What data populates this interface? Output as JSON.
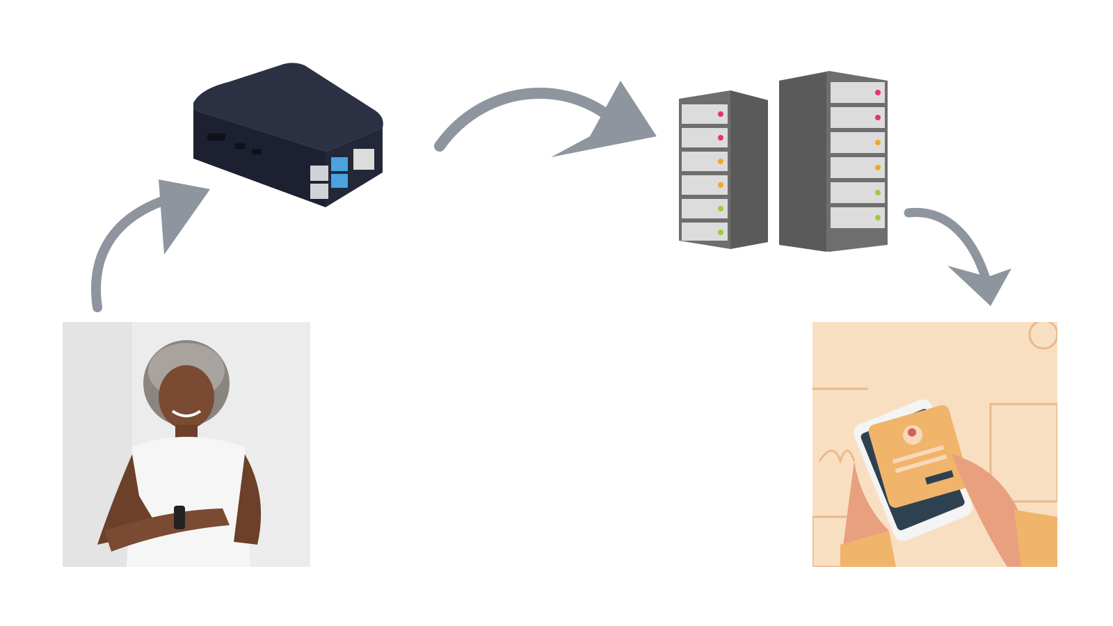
{
  "diagram": {
    "type": "flow",
    "nodes": [
      {
        "id": "person",
        "icon": "person-checking-smartwatch-photo"
      },
      {
        "id": "device",
        "icon": "single-board-computer-case-icon"
      },
      {
        "id": "servers",
        "icon": "server-racks-icon"
      },
      {
        "id": "phone",
        "icon": "smartphone-app-illustration"
      }
    ],
    "edges": [
      {
        "from": "person",
        "to": "device"
      },
      {
        "from": "device",
        "to": "servers"
      },
      {
        "from": "servers",
        "to": "phone"
      }
    ]
  },
  "colors": {
    "arrow": "#8f959e",
    "background": "#ffffff",
    "device_body": "#232838",
    "server_body": "#6e6e6e",
    "server_drive": "#dcdcdc",
    "led_pink": "#e8336f",
    "led_orange": "#f5a623",
    "led_green": "#9ccc3c",
    "phone_bg": "#f9dfc1"
  }
}
